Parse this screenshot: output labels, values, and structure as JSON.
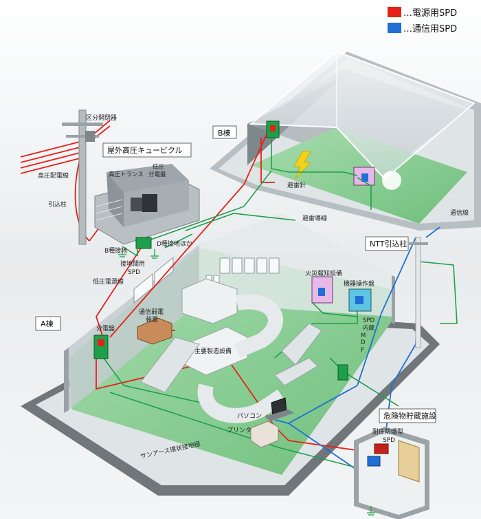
{
  "legend": {
    "power": {
      "text": "…電源用SPD",
      "color": "#e8201a"
    },
    "comm": {
      "text": "…通信用SPD",
      "color": "#1f6fd6"
    }
  },
  "labels": {
    "section_switch": "区分開閉器",
    "hv_line": "高圧配電線",
    "lead_pole": "引込柱",
    "cubicle": "屋外高圧キュービクル",
    "hv_transformer": "高圧トランス",
    "lv_panel_1": "低圧",
    "lv_panel_2": "分電盤",
    "b_ground": "B種接地",
    "d_ground": "D種接地ほか",
    "gnd_spd_1": "接地間用",
    "gnd_spd_2": "SPD",
    "lv_power_line": "低圧電源線",
    "building_b": "B棟",
    "lightning_rod": "避雷針",
    "down_conductor": "避雷導線",
    "comm_line": "通信線",
    "ntt_pole": "NTT引込柱",
    "fire_alarm": "火災報知設備",
    "equip_panel": "機器操作盤",
    "spd_builtin_1": "SPD",
    "spd_builtin_2": "内蔵",
    "mdf_1": "M",
    "mdf_2": "D",
    "mdf_3": "F",
    "building_a": "A棟",
    "dist_panel": "分電盤",
    "comm_weak_1": "通信弱電",
    "comm_weak_2": "装置",
    "main_mfg": "主要製造設備",
    "pc": "パソコン",
    "printer": "プリンタ",
    "ring_ground": "サンアース環状接地極",
    "hazmat": "危険物貯蔵施設",
    "explosion_spd_1": "耐圧防爆型",
    "explosion_spd_2": "SPD"
  },
  "colors": {
    "power_line": "#e8201a",
    "comm_line": "#1f6fd6",
    "ground_line": "#1ea04a",
    "floor": "#8fd08f",
    "wall": "#c9d2d6",
    "wall_dark": "#8a9196",
    "ground_path": "#6f7478"
  },
  "icons": [
    "utility-pole-icon",
    "transformer-icon",
    "lightning-icon",
    "computer-icon",
    "printer-icon",
    "spd-box-icon",
    "ground-icon"
  ]
}
